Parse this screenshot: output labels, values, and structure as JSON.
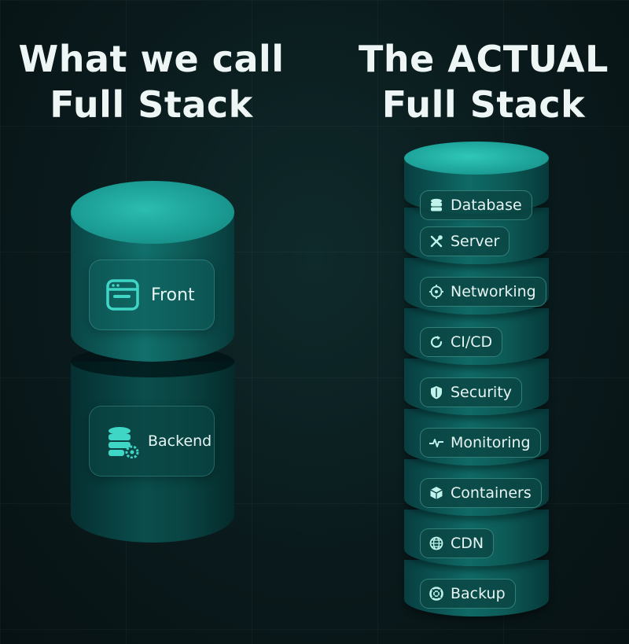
{
  "title_left": {
    "line1": "What we call",
    "line2": "Full Stack"
  },
  "title_right": {
    "line1": "The ACTUAL",
    "line2": "Full Stack"
  },
  "left_stack": {
    "front_label": "Front",
    "back_label": "Backend"
  },
  "right_stack": {
    "items": [
      {
        "label": "Database",
        "icon": "database-icon"
      },
      {
        "label": "Server",
        "icon": "tools-icon"
      },
      {
        "label": "Networking",
        "icon": "network-icon"
      },
      {
        "label": "CI/CD",
        "icon": "refresh-icon"
      },
      {
        "label": "Security",
        "icon": "shield-icon"
      },
      {
        "label": "Monitoring",
        "icon": "pulse-icon"
      },
      {
        "label": "Containers",
        "icon": "cube-icon"
      },
      {
        "label": "CDN",
        "icon": "globe-icon"
      },
      {
        "label": "Backup",
        "icon": "lifebuoy-icon"
      }
    ]
  },
  "colors": {
    "accent": "#2fc7b9",
    "background": "#0a1a1c"
  }
}
